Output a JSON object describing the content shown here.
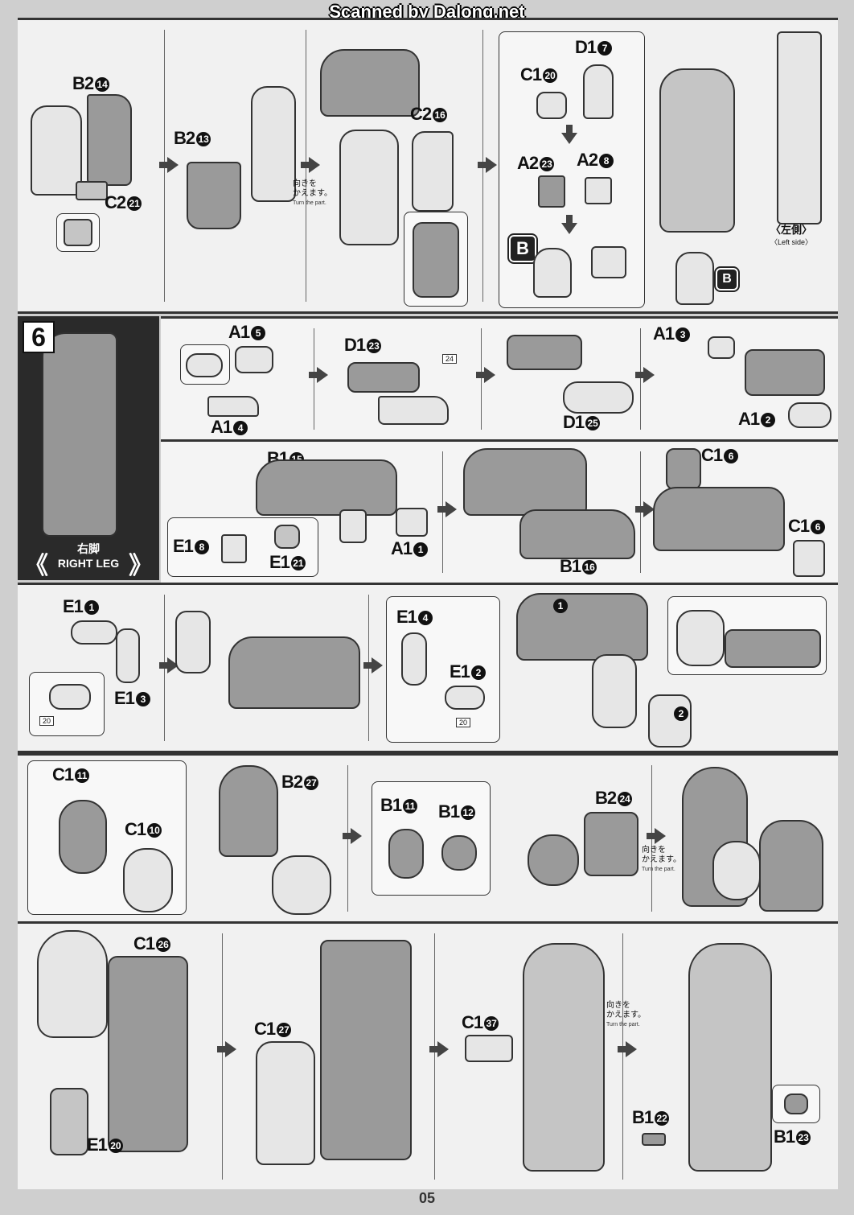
{
  "watermark": "Scanned by Dalong.net",
  "page_number": "05",
  "step": {
    "number": "6",
    "title_jp": "右脚",
    "title_en": "RIGHT LEG"
  },
  "notes": {
    "turn_jp_1": "向きを",
    "turn_jp_2": "かえます。",
    "turn_en": "Turn the part.",
    "left_side_jp": "〈左側〉",
    "left_side_en": "〈Left side〉"
  },
  "badge": "B",
  "stickers": {
    "s24": "24",
    "s20a": "20",
    "s20b": "20"
  },
  "row1": {
    "labels": [
      {
        "letter": "B2",
        "num": "14"
      },
      {
        "letter": "C2",
        "num": "21"
      },
      {
        "letter": "B2",
        "num": "13"
      },
      {
        "letter": "C2",
        "num": "16"
      },
      {
        "letter": "D1",
        "num": "7"
      },
      {
        "letter": "C1",
        "num": "20"
      },
      {
        "letter": "A2",
        "num": "23"
      },
      {
        "letter": "A2",
        "num": "8"
      }
    ]
  },
  "row2": {
    "labels": [
      {
        "letter": "A1",
        "num": "5"
      },
      {
        "letter": "A1",
        "num": "4"
      },
      {
        "letter": "D1",
        "num": "23"
      },
      {
        "letter": "D1",
        "num": "25"
      },
      {
        "letter": "A1",
        "num": "3"
      },
      {
        "letter": "A1",
        "num": "2"
      }
    ]
  },
  "row3": {
    "labels": [
      {
        "letter": "B1",
        "num": "15"
      },
      {
        "letter": "E1",
        "num": "8"
      },
      {
        "letter": "E1",
        "num": "21"
      },
      {
        "letter": "A1",
        "num": "1"
      },
      {
        "letter": "B1",
        "num": "16"
      },
      {
        "letter": "C1",
        "num": "6"
      },
      {
        "letter": "C1",
        "num": "6"
      }
    ]
  },
  "row4": {
    "labels": [
      {
        "letter": "E1",
        "num": "1"
      },
      {
        "letter": "E1",
        "num": "3"
      },
      {
        "letter": "E1",
        "num": "4"
      },
      {
        "letter": "E1",
        "num": "2"
      }
    ],
    "callouts": [
      "1",
      "2"
    ]
  },
  "row5": {
    "labels": [
      {
        "letter": "C1",
        "num": "11"
      },
      {
        "letter": "C1",
        "num": "10"
      },
      {
        "letter": "B2",
        "num": "27"
      },
      {
        "letter": "B1",
        "num": "11"
      },
      {
        "letter": "B1",
        "num": "12"
      },
      {
        "letter": "B2",
        "num": "24"
      }
    ]
  },
  "row6": {
    "labels": [
      {
        "letter": "C1",
        "num": "26"
      },
      {
        "letter": "E1",
        "num": "20"
      },
      {
        "letter": "C1",
        "num": "27"
      },
      {
        "letter": "C1",
        "num": "37"
      },
      {
        "letter": "B1",
        "num": "22"
      },
      {
        "letter": "B1",
        "num": "23"
      }
    ]
  }
}
